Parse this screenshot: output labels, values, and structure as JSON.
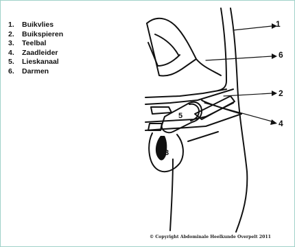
{
  "legend": {
    "items": [
      {
        "num": "1.",
        "label": "Buikvlies"
      },
      {
        "num": "2.",
        "label": "Buikspieren"
      },
      {
        "num": "3.",
        "label": "Teelbal"
      },
      {
        "num": "4.",
        "label": "Zaadleider"
      },
      {
        "num": "5.",
        "label": "Lieskanaal"
      },
      {
        "num": "6.",
        "label": "Darmen"
      }
    ]
  },
  "callouts": {
    "c1": "1",
    "c6": "6",
    "c2": "2",
    "c4": "4",
    "c5": "5",
    "c3": "3"
  },
  "footer": {
    "copyright": "© Copyright Abdominale Heelkunde Overpelt 2011"
  }
}
